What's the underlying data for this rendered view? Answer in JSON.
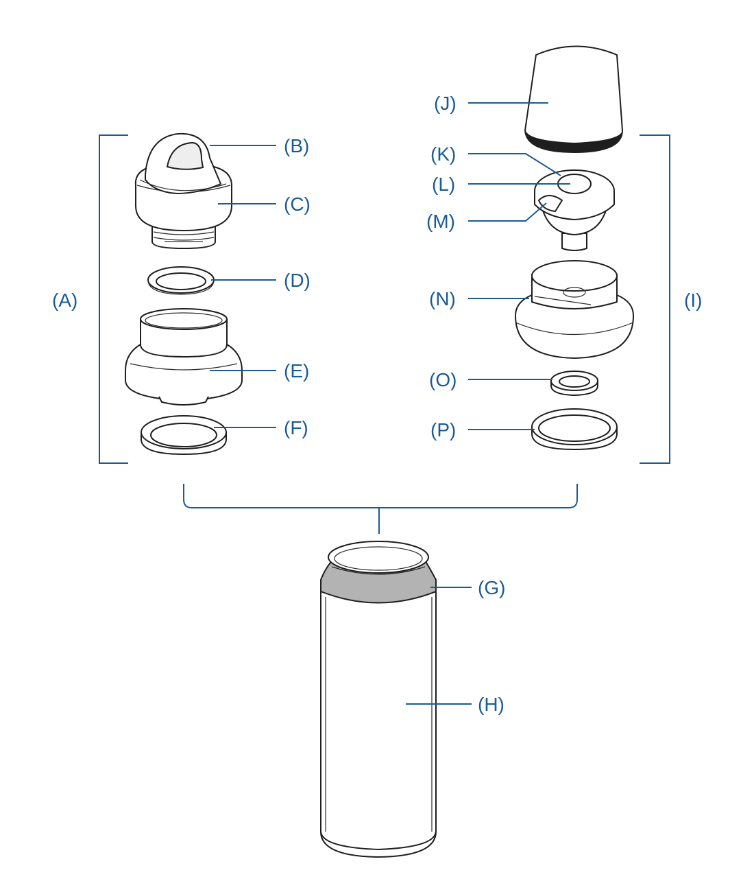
{
  "labels": {
    "A": "(A)",
    "B": "(B)",
    "C": "(C)",
    "D": "(D)",
    "E": "(E)",
    "F": "(F)",
    "G": "(G)",
    "H": "(H)",
    "I": "(I)",
    "J": "(J)",
    "K": "(K)",
    "L": "(L)",
    "M": "(M)",
    "N": "(N)",
    "O": "(O)",
    "P": "(P)"
  },
  "colors": {
    "label": "#1a5b94",
    "outline": "#1e1e1e",
    "gray_band": "#b3b3b3"
  }
}
